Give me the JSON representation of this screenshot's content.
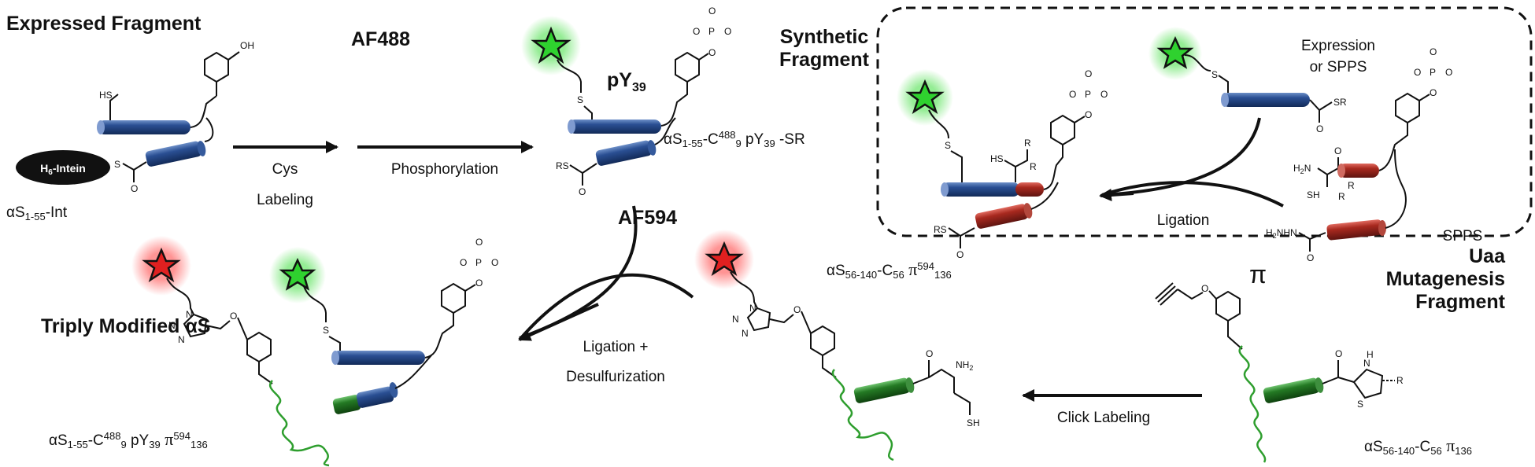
{
  "headings": {
    "expressed": "Expressed Fragment",
    "af488": "AF488",
    "py39": "pY",
    "py39_sub": "39",
    "synthetic_line1": "Synthetic",
    "synthetic_line2": "Fragment",
    "af594": "AF594",
    "triply": "Triply Modified αS",
    "uaa_line1": "Uaa",
    "uaa_line2": "Mutagenesis",
    "uaa_line3": "Fragment",
    "pi": "π"
  },
  "arrows": {
    "cys_line1": "Cys",
    "cys_line2": "Labeling",
    "phosphorylation": "Phosphorylation",
    "ligation_desulf_line1": "Ligation +",
    "ligation_desulf_line2": "Desulfurization",
    "ligation": "Ligation",
    "click": "Click Labeling",
    "expression_line1": "Expression",
    "expression_line2": "or SPPS",
    "spps": "SPPS"
  },
  "constructs": {
    "int": {
      "a": "αS",
      "b": "1-55",
      "c": "-Int"
    },
    "thioester": {
      "a": "αS",
      "b": "1-55",
      "c": "-C",
      "d": "488",
      "e": "9",
      "f": " pY",
      "g": "39",
      "h": " -SR"
    },
    "c56": {
      "a": "αS",
      "b": "56-140",
      "c": "-C",
      "d": "56",
      "e": " π",
      "f": "594",
      "g": "136"
    },
    "triple": {
      "a": "αS",
      "b": "1-55",
      "c": "-C",
      "d": "488",
      "e": "9",
      "f": " pY",
      "g": "39",
      "h": " π",
      "i": "594",
      "j": "136"
    },
    "uaa": {
      "a": "αS",
      "b": "56-140",
      "c": "-C",
      "d": "56",
      "e": " π",
      "f": "136"
    }
  },
  "chem": {
    "intein": "H",
    "intein_sub": "6",
    "intein_rest": "-Intein",
    "oh": "OH",
    "hs": "HS",
    "s": "S",
    "o": "O",
    "rs": "RS",
    "sr": "SR",
    "o_minus": "O",
    "p": "P",
    "nh2": "NH",
    "nh2_sub": "2",
    "h2n": "H",
    "h2n_sub": "2",
    "h2n_n": "N",
    "sh": "SH",
    "n": "N",
    "h": "H",
    "r": "R",
    "hydrazide": "H",
    "hydrazide_sub": "2",
    "hydrazide_rest": "NHN",
    "hydrazide_h": "H"
  },
  "colors": {
    "blue_cylinder": "#1f3f7a",
    "red_cylinder": "#a0261e",
    "green_cylinder": "#1f6e1f",
    "green_dye": "#22c722",
    "red_dye": "#e01e1e",
    "disorder_green": "#2e9e2e"
  },
  "icons": [
    "green-star-icon",
    "red-star-icon",
    "cylinder-icon",
    "benzene-ring-icon"
  ]
}
